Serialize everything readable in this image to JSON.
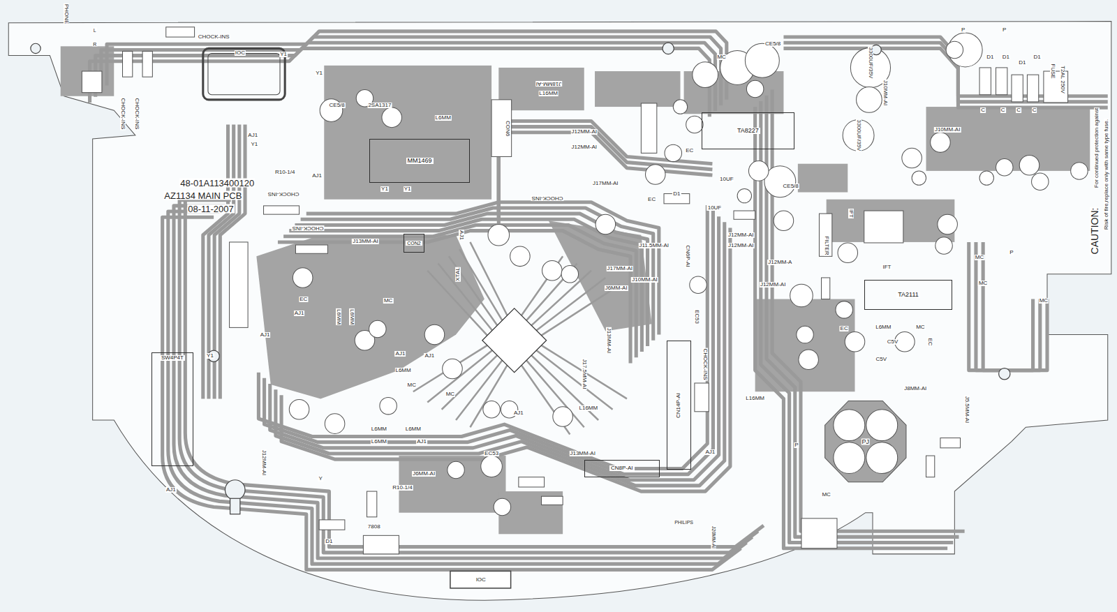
{
  "diagram": {
    "nodes": [
      {
        "text": [
          "MM1469"
        ]
      },
      {
        "text": [
          "TA8227"
        ]
      },
      {
        "text": [
          "TA2111"
        ]
      },
      {
        "text": [
          "CON2"
        ]
      },
      {
        "text": [
          "SW4P4T"
        ]
      },
      {
        "text": [
          "CN14P-AI"
        ]
      },
      {
        "text": [
          "CN8P-AI"
        ]
      }
    ],
    "labels": [
      "PHONE",
      "L",
      "R",
      "CHOCK-INS",
      "IOC",
      "Y1",
      "CHOCK-INS",
      "CHOCK-INS",
      "48-01A113400120",
      "AZ1134 MAIN PCB",
      "08-11-2007",
      "CHOCK-INS",
      "R10-1/4",
      "AJ1",
      "Y1",
      "Y1",
      "CE5/8",
      "2SA1317",
      "Y1",
      "Y1",
      "AJ1",
      "J13MM-AI",
      "CHOCK-INS",
      "EC",
      "MC",
      "Y1",
      "AJ1",
      "J12MM-AI",
      "Y",
      "D1",
      "7808",
      "R10-1/4",
      "J6MM-AI",
      "L6MM",
      "L6MM",
      "L6MM",
      "AJ1",
      "EC53",
      "J13MM-AI",
      "L16MM",
      "J17.5MM-AI",
      "J13MM-AI",
      "J11.5MM-AI",
      "J17MM-AI",
      "J10MM-AI",
      "J6MM-AI",
      "CHOCK-INS",
      "J17MM-AI",
      "J12MM-AI",
      "J12MM-AI",
      "L16MM",
      "J18MM-AI",
      "CON6",
      "L6MM",
      "CE5/8",
      "MC",
      "EC",
      "D1",
      "EC",
      "CE5/8",
      "10UF",
      "10UF",
      "J12MM-AI",
      "J12MM-AI",
      "J12MM-A",
      "J12MM-AI",
      "CN6P-AI",
      "EC53",
      "CHOCK-INS",
      "L16MM",
      "AJ1",
      "PHILIPS",
      "J20MM-AI",
      "3300UF/35V",
      "3300UF/35V",
      "J10MM-AI",
      "FUSE",
      "T2AL 250V",
      "D1",
      "D1",
      "D1",
      "D1",
      "C",
      "C",
      "C",
      "C",
      "P",
      "P",
      "CAUTION:",
      "For continued protection against",
      "Risk of fire,replace only with same type fuse.",
      "J10MM-AI",
      "IFT",
      "FILTER",
      "IFT",
      "MC",
      "MC",
      "MC",
      "P",
      "EC",
      "L6MM",
      "C5V",
      "C5V",
      "EC",
      "MC",
      "J8MM-AI",
      "J5.5MM-AI",
      "P",
      "MC",
      "AJ1",
      "AJ1",
      "AJ1",
      "AJ1",
      "AJ1",
      "L6MM",
      "L6MM",
      "L6MM",
      "MC",
      "MC",
      "XTAL",
      "AJ1",
      "PJ",
      "IOC"
    ]
  }
}
